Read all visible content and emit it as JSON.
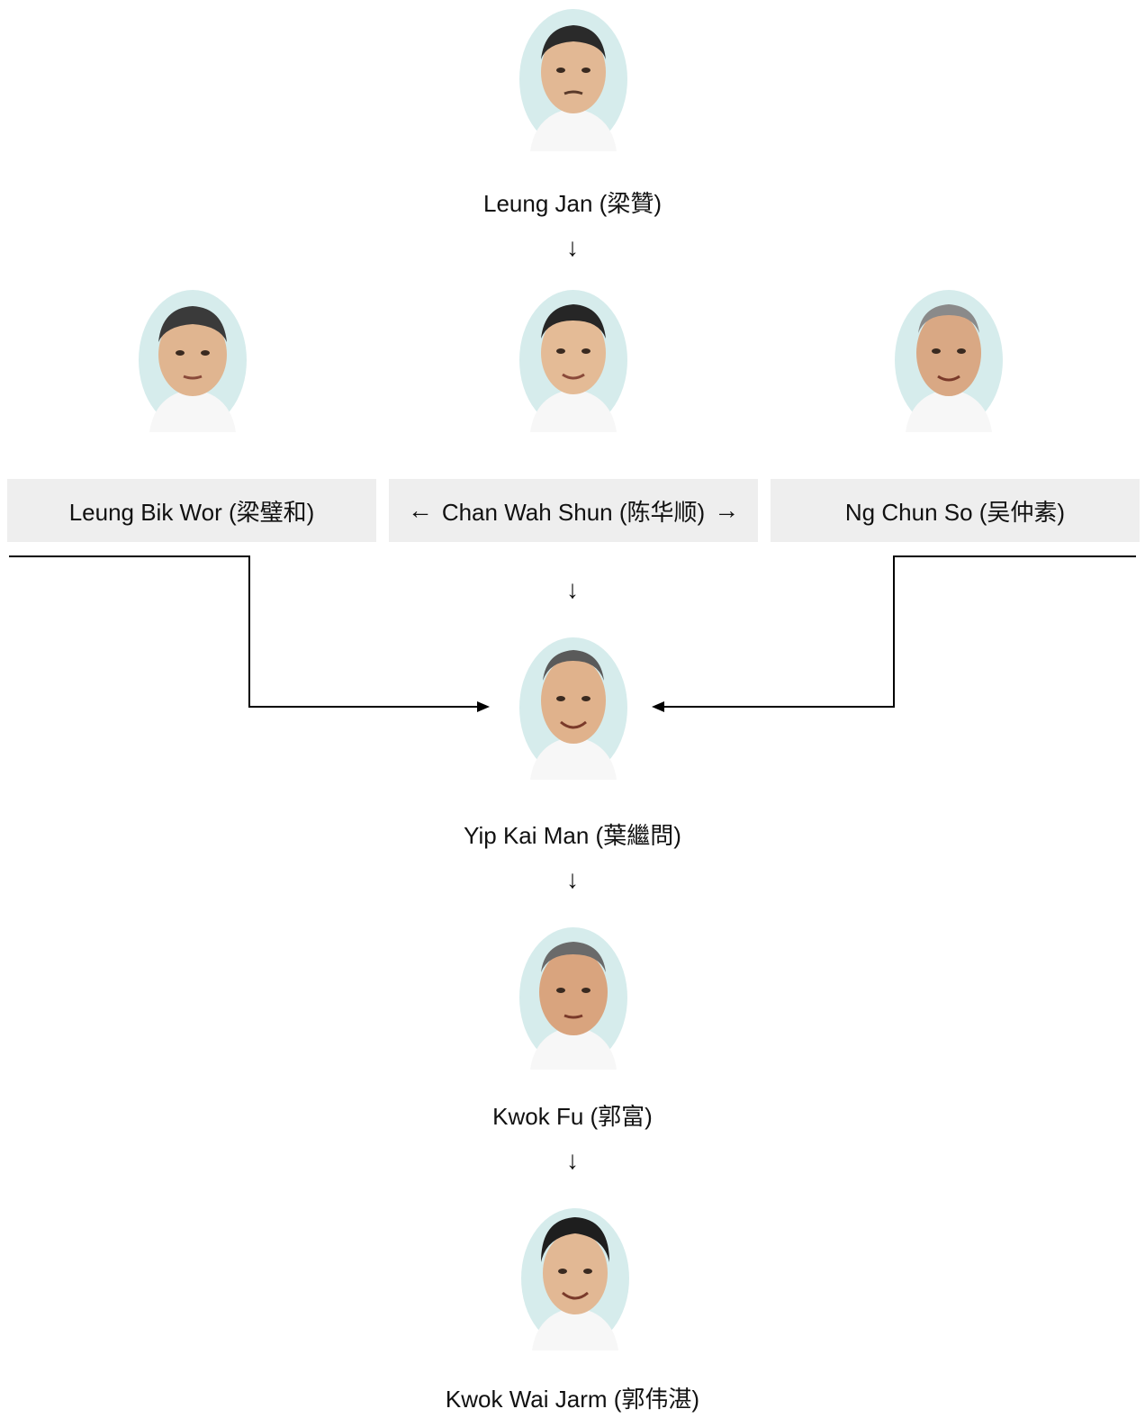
{
  "people": {
    "leung_jan": {
      "name": "Leung Jan (梁贊)",
      "image": "portrait-icon"
    },
    "leung_bik_wor": {
      "name": "Leung Bik Wor (梁璧和)",
      "image": "portrait-icon"
    },
    "chan_wah_shun": {
      "name": "Chan Wah Shun (陈华顺)",
      "image": "portrait-icon"
    },
    "ng_chun_so": {
      "name": "Ng Chun So (吴仲素)",
      "image": "portrait-icon"
    },
    "yip_kai_man": {
      "name": "Yip Kai Man (葉繼問)",
      "image": "portrait-icon"
    },
    "kwok_fu": {
      "name": "Kwok Fu  (郭富)",
      "image": "portrait-icon"
    },
    "kwok_wai_jarm": {
      "name": "Kwok Wai Jarm (郭伟湛)",
      "image": "portrait-icon"
    }
  },
  "arrows": {
    "down": "↓",
    "left": "←",
    "right": "→"
  },
  "colors": {
    "box_background": "#eeeeee",
    "portrait_halo": "#d6ecec",
    "line": "#000000"
  }
}
